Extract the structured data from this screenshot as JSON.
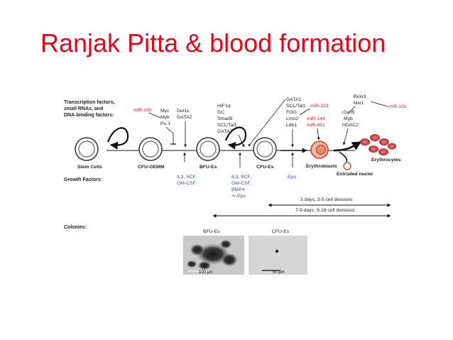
{
  "title": "Ranjak Pitta & blood formation",
  "diagram": {
    "headers": {
      "tf_line1": "Transcription factors,",
      "tf_line2": "small RNAs, and",
      "tf_line3": "DNA-binding factors:",
      "growth": "Growth Factors:",
      "colonies": "Colonies:"
    },
    "stages": {
      "stem": "Stem Cells",
      "cfu_gemm": "CFU-GEMM",
      "bfu_es": "BFU-Es",
      "cfu_es": "CFU-Es",
      "erythroblasts": "Erythroblasts",
      "erythrocytes": "Erythrocytes",
      "extruded": "Extruded nuclei"
    },
    "factors": {
      "mir150": "miR-150",
      "g1": [
        "Myc",
        "Myb",
        "Pu.1"
      ],
      "g2": [
        "Dot1L",
        "GATA2"
      ],
      "g3": [
        "HIF1α",
        "GC",
        "Smad5",
        "SCL/Tal1",
        "GATA2"
      ],
      "g4": [
        "GATA1",
        "SCL/Tal1",
        "FOG",
        "Lmo2",
        "Ldb1"
      ],
      "mir223": "miR-223",
      "mir144": "miR-144",
      "mir451": "miR-451",
      "g5": [
        "Riok3",
        "Mxi1"
      ],
      "g6": [
        "↓Gcn5",
        "Myb",
        "HDAC2"
      ],
      "mir191": "miR-191"
    },
    "growth_factors": {
      "gf1": [
        "IL3, SCF,",
        "GM-CSF"
      ],
      "gf2": [
        "IL3, SCF,",
        "GM-CSF,",
        "BMP4",
        "+/-Epo"
      ],
      "gf3": "Epo"
    },
    "timelines": {
      "t1": "3 days, 3-5 cell divisions",
      "t2": "7-9 days, 9-16 cell divisions"
    },
    "colonies": {
      "bfu_label": "BFU-Es",
      "cfu_label": "CFU-Es",
      "bfu_scale": "100 μm",
      "cfu_scale": "50 μm"
    }
  },
  "colors": {
    "title": "#e3061c",
    "mirna": "#d1202e",
    "growth_factor": "#3d4fa0",
    "erythrocyte": "#c8323a"
  }
}
